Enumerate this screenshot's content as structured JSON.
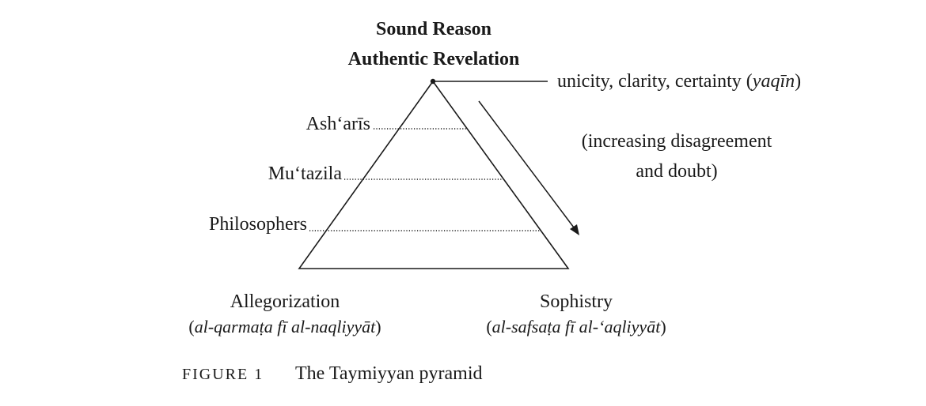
{
  "apex": {
    "line1": "Sound Reason",
    "line2": "Authentic Revelation"
  },
  "callout": {
    "prefix": "unicity, clarity, certainty (",
    "term": "yaqīn",
    "suffix": ")"
  },
  "trend_note": {
    "line1": "(increasing disagreement",
    "line2": "and doubt)"
  },
  "levels": [
    {
      "label": "Ash‘arīs"
    },
    {
      "label": "Mu‘tazila"
    },
    {
      "label": "Philosophers"
    }
  ],
  "base_left": {
    "title": "Allegorization",
    "term_open": "(",
    "term": "al-qarmaṭa fī al-naqliyyāt",
    "term_close": ")"
  },
  "base_right": {
    "title": "Sophistry",
    "term_open": "(",
    "term": "al-safsaṭa fī al-‘aqliyyāt",
    "term_close": ")"
  },
  "figure": {
    "label": "FIGURE 1",
    "caption": "The Taymiyyan pyramid"
  },
  "colors": {
    "ink": "#1a1a1a",
    "background": "#ffffff"
  }
}
